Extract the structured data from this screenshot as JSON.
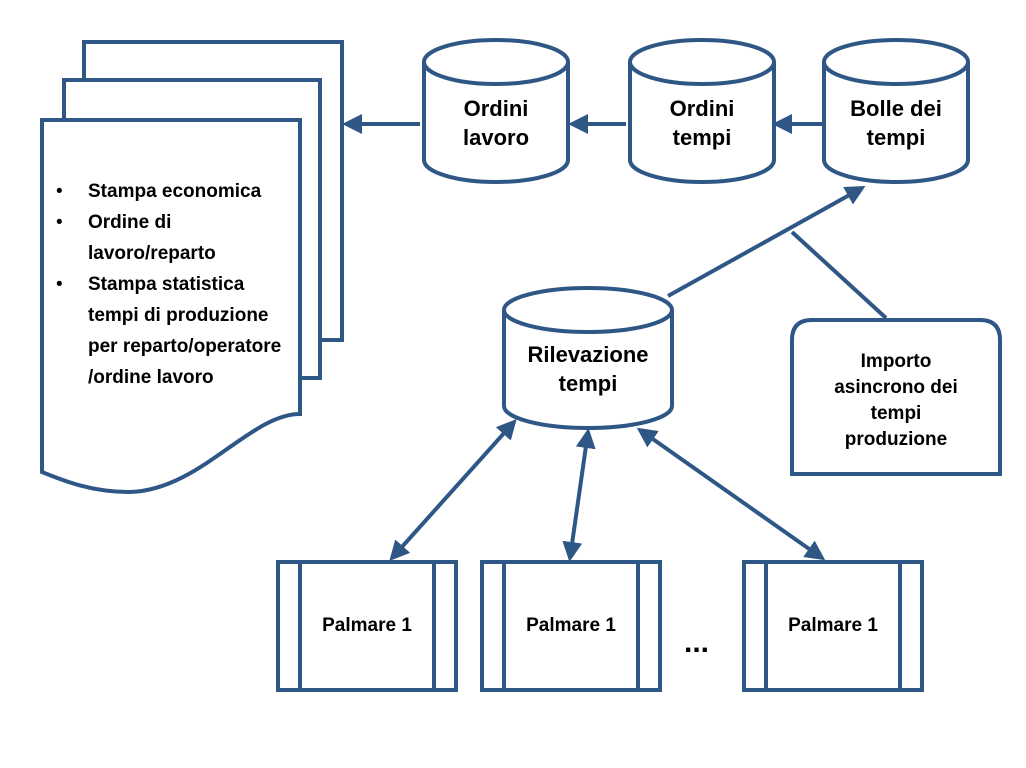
{
  "document": {
    "items": [
      "Stampa economica",
      "Ordine di lavoro/reparto",
      "Stampa statistica tempi di produzione per reparto/operatore /ordine lavoro"
    ]
  },
  "databases": {
    "ordini_lavoro": [
      "Ordini",
      "lavoro"
    ],
    "ordini_tempi": [
      "Ordini",
      "tempi"
    ],
    "bolle_tempi": [
      "Bolle dei",
      "tempi"
    ],
    "rilevazione": [
      "Rilevazione",
      "tempi"
    ]
  },
  "note": [
    "Importo",
    "asincrono dei",
    "tempi",
    "produzione"
  ],
  "palmari": [
    "Palmare 1",
    "Palmare 1",
    "Palmare 1"
  ],
  "ellipsis": "...",
  "colors": {
    "stroke": "#2f5786",
    "fill": "#ffffff",
    "text": "#000000"
  }
}
